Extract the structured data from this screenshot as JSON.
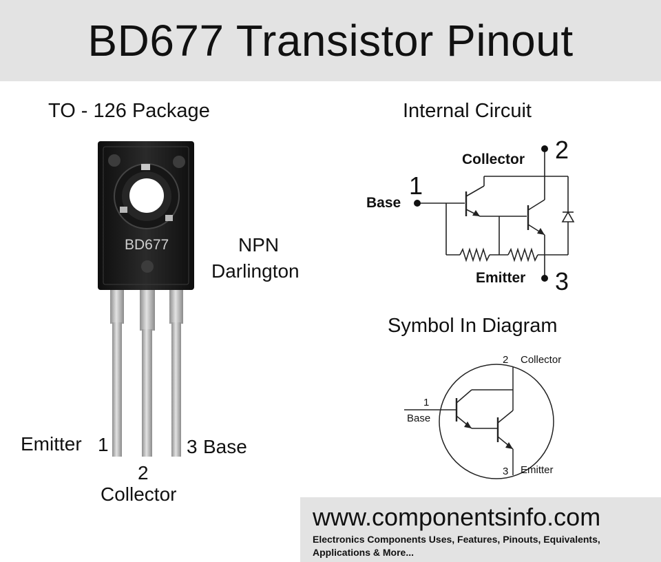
{
  "title": "BD677 Transistor Pinout",
  "package": {
    "title": "TO - 126 Package",
    "marking": "BD677",
    "type_line1": "NPN",
    "type_line2": "Darlington",
    "pins": {
      "emitter_label": "Emitter",
      "emitter_num": "1",
      "collector_num": "2",
      "collector_label": "Collector",
      "base_num": "3",
      "base_label": "Base"
    }
  },
  "internal_circuit": {
    "title": "Internal Circuit",
    "collector_label": "Collector",
    "collector_num": "2",
    "base_label": "Base",
    "base_num": "1",
    "emitter_label": "Emitter",
    "emitter_num": "3"
  },
  "symbol": {
    "title": "Symbol In Diagram",
    "collector_num": "2",
    "collector_label": "Collector",
    "base_num": "1",
    "base_label": "Base",
    "emitter_num": "3",
    "emitter_label": "Emitter"
  },
  "footer": {
    "url": "www.componentsinfo.com",
    "tagline": "Electronics Components Uses, Features, Pinouts, Equivalents, Applications & More..."
  },
  "colors": {
    "header_bg": "#e3e3e3",
    "footer_bg": "#e3e3e3",
    "package_body": "#1c1c1c",
    "lead_metal": "#b9b9b9"
  }
}
